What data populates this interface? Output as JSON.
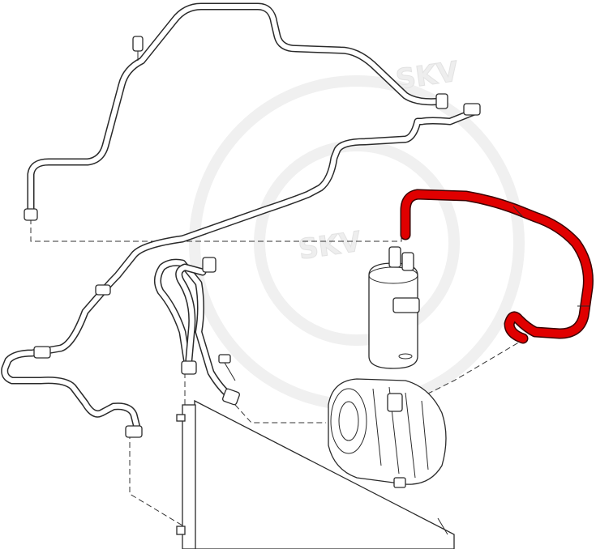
{
  "watermark": {
    "text_primary": "SKV",
    "text_secondary": "SKV"
  },
  "colors": {
    "highlight_hose": "#e00000",
    "line_art": "#2a2a2a",
    "watermark": "#eeeeee"
  },
  "parts": [
    {
      "name": "upper-refrigerant-pipe",
      "highlighted": false
    },
    {
      "name": "long-refrigerant-pipe",
      "highlighted": false
    },
    {
      "name": "discharge-hose",
      "highlighted": true
    },
    {
      "name": "dehydrator-receiver",
      "highlighted": false
    },
    {
      "name": "compressor",
      "highlighted": false
    },
    {
      "name": "condenser",
      "highlighted": false
    },
    {
      "name": "short-pipe-pair",
      "highlighted": false
    },
    {
      "name": "mounting-bolt",
      "highlighted": false
    }
  ]
}
